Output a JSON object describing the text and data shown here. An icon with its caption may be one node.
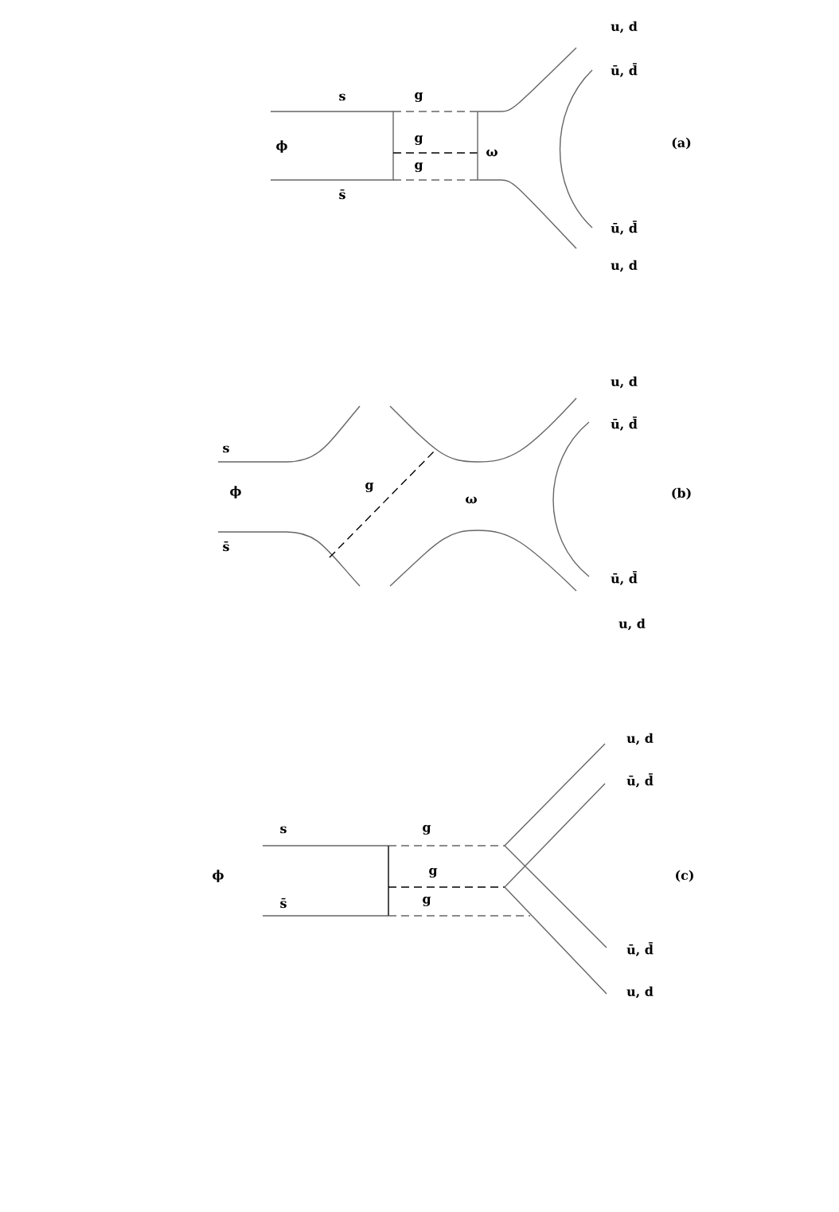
{
  "diagram": {
    "labels": [
      "u, d",
      "ū, d̄",
      "s",
      "g",
      "g",
      "ϕ",
      "ω",
      "(a)",
      "g",
      "s̄",
      "ū, d̄",
      "u, d",
      "u, d",
      "ū, d̄",
      "s",
      "ϕ",
      "g",
      "ω",
      "(b)",
      "s̄",
      "ū, d̄",
      "u, d",
      "u, d",
      "ū, d̄",
      "s",
      "g",
      "ϕ",
      "g",
      "(c)",
      "s̄",
      "g",
      "ū, d̄",
      "u, d"
    ]
  }
}
